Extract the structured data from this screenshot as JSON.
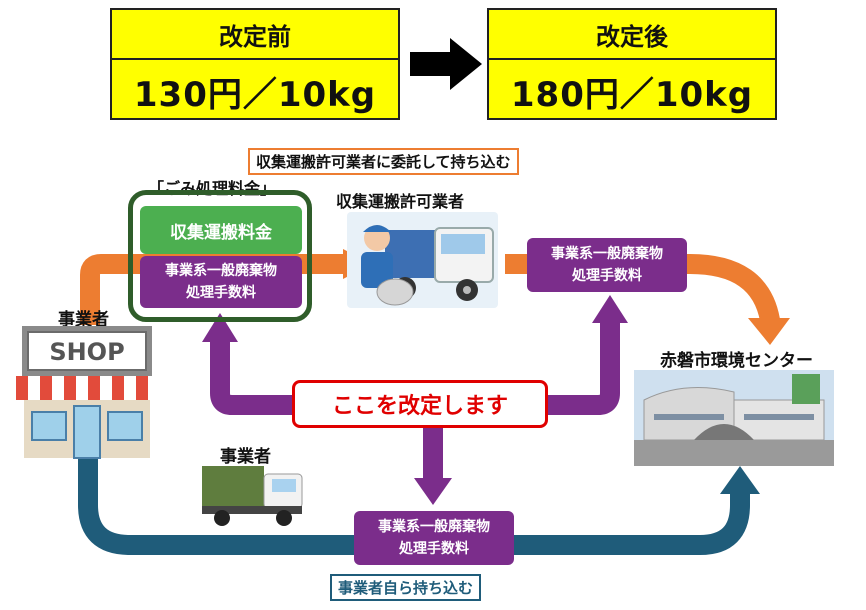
{
  "fee_before": {
    "header": "改定前",
    "value": "130円／10kg"
  },
  "fee_after": {
    "header": "改定後",
    "value": "180円／10kg"
  },
  "top_route_label": "収集運搬許可業者に委託して持ち込む",
  "garbage_fee_bracket_label": "「ごみ処理料金」",
  "collection_fee_label": "収集運搬料金",
  "processing_fee_label_1": {
    "line1": "事業系一般廃棄物",
    "line2": "処理手数料"
  },
  "processing_fee_label_2": {
    "line1": "事業系一般廃棄物",
    "line2": "処理手数料"
  },
  "processing_fee_label_3": {
    "line1": "事業系一般廃棄物",
    "line2": "処理手数料"
  },
  "licensed_collector_label": "収集運搬許可業者",
  "business_label_shop": "事業者",
  "business_label_truck": "事業者",
  "center_label": "赤磐市環境センター",
  "revision_callout": "ここを改定します",
  "bottom_route_label": "事業者自ら持ち込む",
  "shop_sign_text": "SHOP",
  "colors": {
    "orange": "#ed7d31",
    "purple": "#7b2d8b",
    "teal": "#1f5c7a",
    "green": "#4caf50",
    "dark_green": "#2f5d2a",
    "red": "#e00000",
    "yellow": "#ffff00"
  }
}
